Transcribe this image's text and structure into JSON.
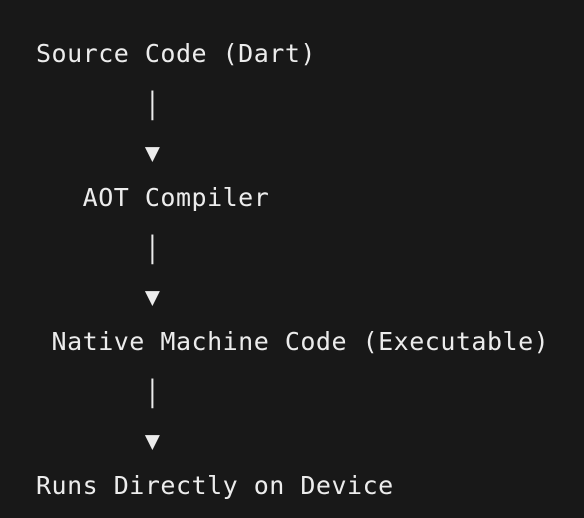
{
  "diagram": {
    "lines": [
      "Source Code (Dart)",
      "       │",
      "       ▼",
      "   AOT Compiler",
      "       │",
      "       ▼",
      " Native Machine Code (Executable)",
      "       │",
      "       ▼",
      "Runs Directly on Device"
    ]
  },
  "colors": {
    "background": "#181818",
    "text": "#ececec"
  }
}
